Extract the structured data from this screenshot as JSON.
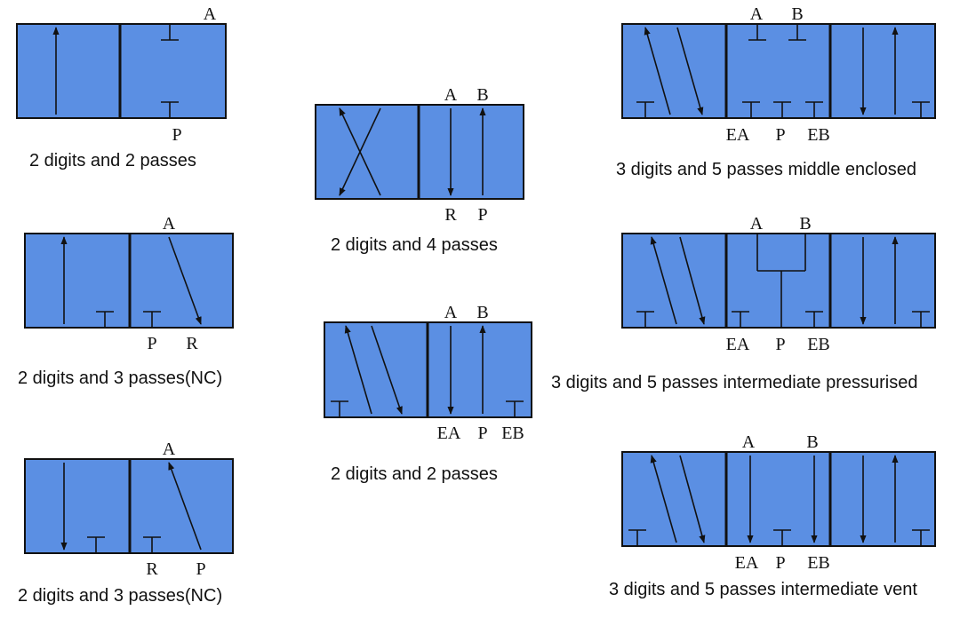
{
  "colors": {
    "fill": "#5b8fe3",
    "stroke": "#111111",
    "text": "#111111"
  },
  "diagrams": [
    {
      "caption": "2 digits and 2 passes",
      "ports": {
        "top": [
          "A"
        ],
        "bottom": [
          "P"
        ]
      },
      "cells": [
        [
          {
            "type": "arrow",
            "from": "b",
            "to": "t"
          }
        ],
        [
          {
            "type": "block",
            "dir": "down"
          },
          {
            "type": "block",
            "dir": "up"
          }
        ]
      ]
    },
    {
      "caption": "2 digits and 3 passes(NC)",
      "ports": {
        "top": [
          "A"
        ],
        "bottom": [
          "P",
          "R"
        ]
      },
      "cells": [
        [
          {
            "type": "arrow",
            "from": "b",
            "to": "t"
          },
          {
            "type": "block",
            "dir": "up"
          }
        ],
        [
          {
            "type": "block",
            "dir": "up"
          },
          {
            "type": "arrow",
            "from": "t",
            "to": "b"
          }
        ]
      ]
    },
    {
      "caption": "2 digits and 3 passes(NC)",
      "ports": {
        "top": [
          "A"
        ],
        "bottom": [
          "R",
          "P"
        ]
      },
      "cells": [
        [
          {
            "type": "arrow",
            "from": "t",
            "to": "b"
          },
          {
            "type": "block",
            "dir": "up"
          }
        ],
        [
          {
            "type": "block",
            "dir": "up"
          },
          {
            "type": "arrow",
            "from": "b",
            "to": "t"
          }
        ]
      ]
    },
    {
      "caption": "2 digits and 4 passes",
      "ports": {
        "top": [
          "A",
          "B"
        ],
        "bottom": [
          "R",
          "P"
        ]
      },
      "cells": [
        [
          {
            "type": "arrow",
            "from": "b",
            "to": "t"
          },
          {
            "type": "arrow",
            "from": "t",
            "to": "b"
          }
        ],
        [
          {
            "type": "arrow",
            "from": "t",
            "to": "b"
          },
          {
            "type": "arrow",
            "from": "b",
            "to": "t"
          }
        ]
      ]
    },
    {
      "caption": "2 digits and 2 passes",
      "ports": {
        "top": [
          "A",
          "B"
        ],
        "bottom": [
          "EA",
          "P",
          "EB"
        ]
      },
      "cells": [
        [
          {
            "type": "block",
            "dir": "up"
          },
          {
            "type": "arrow",
            "from": "b",
            "to": "t"
          },
          {
            "type": "arrow",
            "from": "t",
            "to": "b"
          }
        ],
        [
          {
            "type": "arrow",
            "from": "t",
            "to": "b"
          },
          {
            "type": "arrow",
            "from": "b",
            "to": "t"
          },
          {
            "type": "block",
            "dir": "up"
          }
        ]
      ]
    },
    {
      "caption": "3 digits and 5 passes middle enclosed",
      "ports": {
        "top": [
          "A",
          "B"
        ],
        "bottom": [
          "EA",
          "P",
          "EB"
        ]
      },
      "cells": [
        [
          {
            "type": "block",
            "dir": "up"
          },
          {
            "type": "arrow",
            "from": "b",
            "to": "t"
          },
          {
            "type": "arrow",
            "from": "t",
            "to": "b"
          }
        ],
        [
          {
            "type": "block",
            "dir": "down"
          },
          {
            "type": "block",
            "dir": "down"
          },
          {
            "type": "block",
            "dir": "up"
          },
          {
            "type": "block",
            "dir": "up"
          },
          {
            "type": "block",
            "dir": "up"
          }
        ],
        [
          {
            "type": "arrow",
            "from": "t",
            "to": "b"
          },
          {
            "type": "arrow",
            "from": "b",
            "to": "t"
          },
          {
            "type": "block",
            "dir": "up"
          }
        ]
      ]
    },
    {
      "caption": "3 digits and 5 passes intermediate pressurised",
      "ports": {
        "top": [
          "A",
          "B"
        ],
        "bottom": [
          "EA",
          "P",
          "EB"
        ]
      },
      "cells": [
        [
          {
            "type": "block",
            "dir": "up"
          },
          {
            "type": "arrow",
            "from": "b",
            "to": "t"
          },
          {
            "type": "arrow",
            "from": "t",
            "to": "b"
          }
        ],
        [
          {
            "type": "block",
            "dir": "up"
          },
          {
            "type": "fork"
          },
          {
            "type": "block",
            "dir": "up"
          }
        ],
        [
          {
            "type": "arrow",
            "from": "t",
            "to": "b"
          },
          {
            "type": "arrow",
            "from": "b",
            "to": "t"
          },
          {
            "type": "block",
            "dir": "up"
          }
        ]
      ]
    },
    {
      "caption": "3 digits and 5 passes intermediate vent",
      "ports": {
        "top": [
          "A",
          "B"
        ],
        "bottom": [
          "EA",
          "P",
          "EB"
        ]
      },
      "cells": [
        [
          {
            "type": "block",
            "dir": "up"
          },
          {
            "type": "arrow",
            "from": "b",
            "to": "t"
          },
          {
            "type": "arrow",
            "from": "t",
            "to": "b"
          }
        ],
        [
          {
            "type": "arrow",
            "from": "t",
            "to": "b"
          },
          {
            "type": "block",
            "dir": "up"
          },
          {
            "type": "arrow",
            "from": "t",
            "to": "b"
          }
        ],
        [
          {
            "type": "arrow",
            "from": "t",
            "to": "b"
          },
          {
            "type": "arrow",
            "from": "b",
            "to": "t"
          },
          {
            "type": "block",
            "dir": "up"
          }
        ]
      ]
    }
  ]
}
